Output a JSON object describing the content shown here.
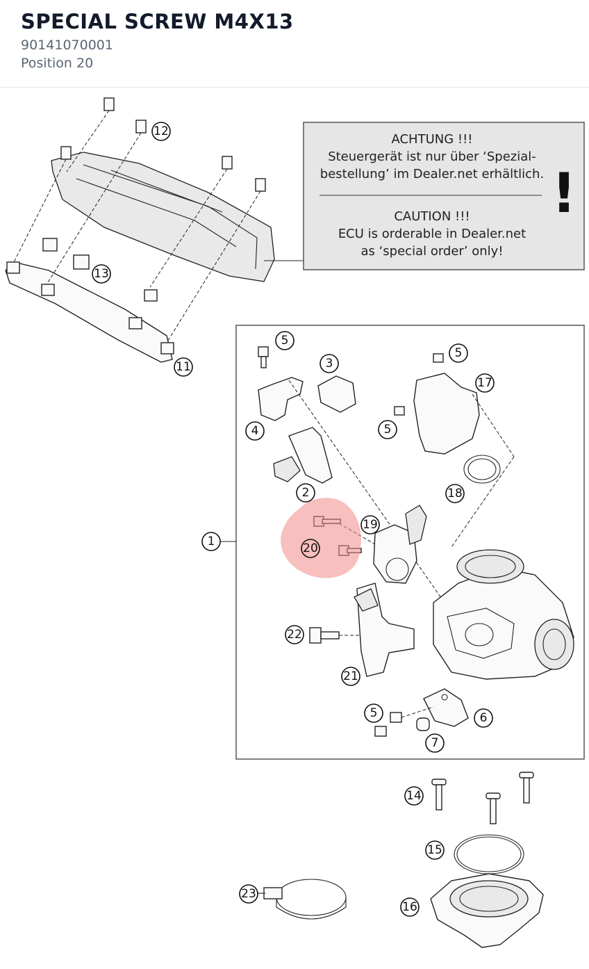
{
  "header": {
    "title": "SPECIAL SCREW M4X13",
    "part_number": "90141070001",
    "position": "Position 20"
  },
  "notice": {
    "de_title": "ACHTUNG !!!",
    "de_line1": "Steuergerät ist nur über ‘Spezial-",
    "de_line2": "bestellung’ im Dealer.net erhältlich.",
    "en_title": "CAUTION !!!",
    "en_line1": "ECU is orderable in Dealer.net",
    "en_line2": "as ‘special order’ only!",
    "mark": "!"
  },
  "callouts": {
    "c1": "1",
    "c2": "2",
    "c3": "3",
    "c4": "4",
    "c5a": "5",
    "c5b": "5",
    "c5c": "5",
    "c5d": "5",
    "c6": "6",
    "c7": "7",
    "c11": "11",
    "c12": "12",
    "c13": "13",
    "c14": "14",
    "c15": "15",
    "c16": "16",
    "c17": "17",
    "c18": "18",
    "c19": "19",
    "c20": "20",
    "c21": "21",
    "c22": "22",
    "c23": "23"
  },
  "highlight": {
    "selected_position": "20",
    "color": "#f08a86"
  }
}
